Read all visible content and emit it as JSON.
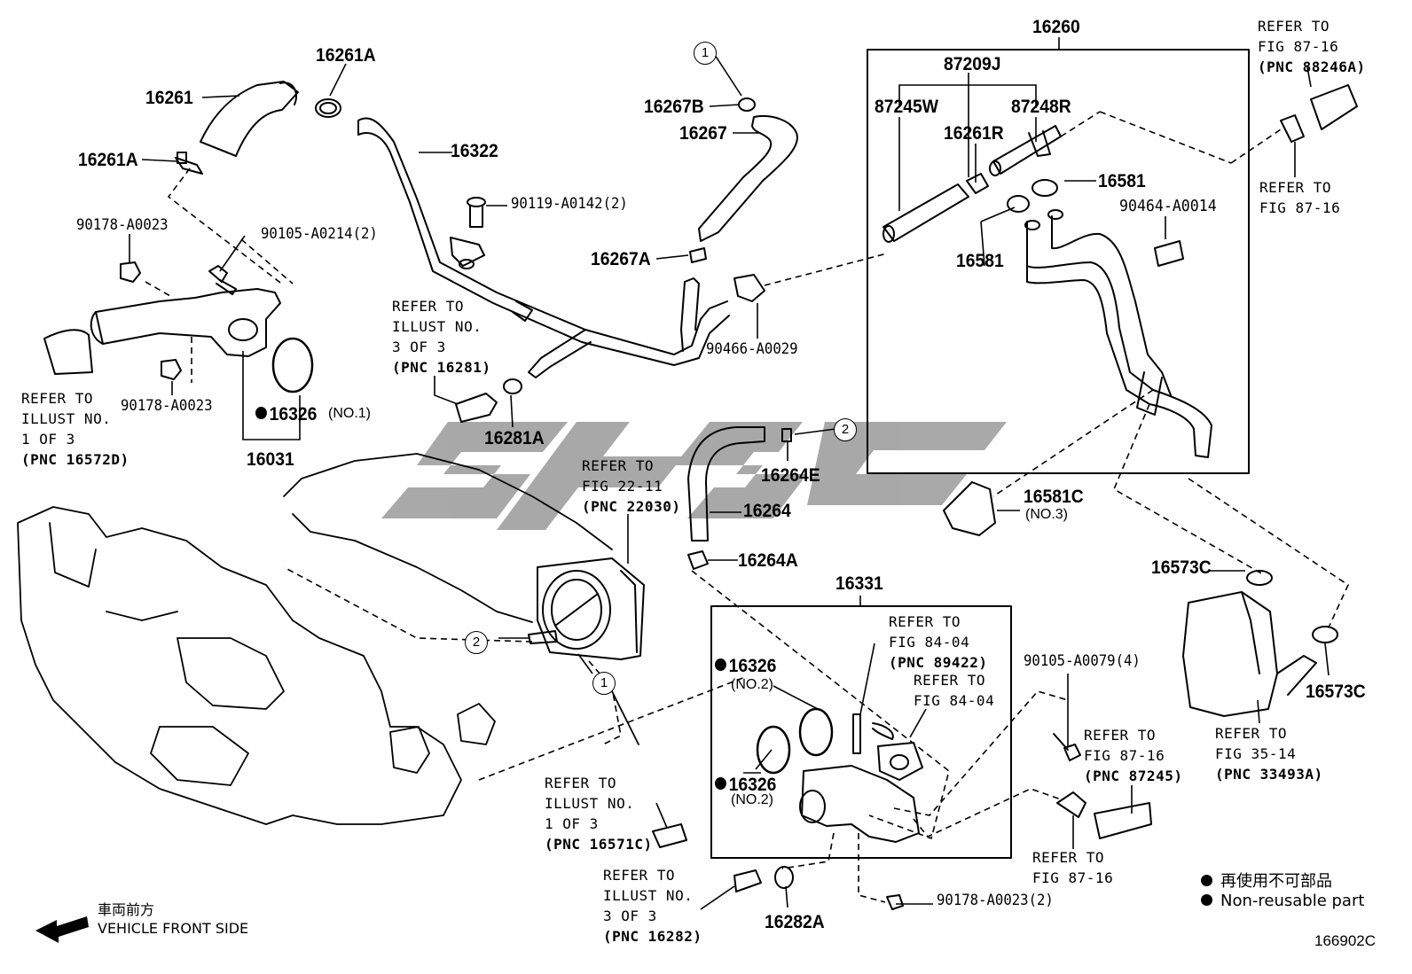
{
  "diagram_code": "166902C",
  "part_numbers": {
    "p16260": "16260",
    "p87209J": "87209J",
    "p87245W": "87245W",
    "p87248R": "87248R",
    "p16261R": "16261R",
    "p16581_a": "16581",
    "p16581_b": "16581",
    "p90464": "90464-A0014",
    "p16261": "16261",
    "p16261A_top": "16261A",
    "p16261A_left": "16261A",
    "p16322": "16322",
    "p16267B": "16267B",
    "p16267": "16267",
    "p16267A": "16267A",
    "p90466": "90466-A0029",
    "p90119": "90119-A0142(2)",
    "p90178_a": "90178-A0023",
    "p90178_b": "90178-A0023",
    "p90105_a": "90105-A0214(2)",
    "p16031": "16031",
    "p16281A": "16281A",
    "p16264E": "16264E",
    "p16264": "16264",
    "p16264A": "16264A",
    "p16581C": "16581C",
    "p16573C_a": "16573C",
    "p16573C_b": "16573C",
    "p16331": "16331",
    "p90105_b": "90105-A0079(4)",
    "p16282A": "16282A",
    "p90178_c": "90178-A0023(2)"
  },
  "nonreusable": {
    "a": {
      "num": "16326",
      "note": "(NO.1)"
    },
    "b": {
      "num": "16326",
      "note": "(NO.2)"
    },
    "c": {
      "num": "16326",
      "note": "(NO.2)"
    }
  },
  "qualifiers": {
    "no3": "(NO.3)"
  },
  "references": {
    "r1": {
      "lines": "REFER TO\nFIG 87-16",
      "pnc": "(PNC 88246A)"
    },
    "r2": {
      "lines": "REFER TO\nFIG 87-16",
      "pnc": ""
    },
    "r3": {
      "lines": "REFER TO\nILLUST NO.\n3 OF 3",
      "pnc": "(PNC 16281)"
    },
    "r4": {
      "lines": "REFER TO\nILLUST NO.\n1 OF 3",
      "pnc": "(PNC 16572D)"
    },
    "r5": {
      "lines": "REFER TO\nFIG 22-11",
      "pnc": "(PNC 22030)"
    },
    "r6": {
      "lines": "REFER TO\nFIG 84-04",
      "pnc": "(PNC 89422)"
    },
    "r7": {
      "lines": "REFER TO\nFIG 84-04",
      "pnc": ""
    },
    "r8": {
      "lines": "REFER TO\nFIG 87-16",
      "pnc": "(PNC 87245)"
    },
    "r9": {
      "lines": "REFER TO\nFIG 35-14",
      "pnc": "(PNC 33493A)"
    },
    "r10": {
      "lines": "REFER TO\nILLUST NO.\n1 OF 3",
      "pnc": "(PNC 16571C)"
    },
    "r11": {
      "lines": "REFER TO\nILLUST NO.\n3 OF 3",
      "pnc": "(PNC 16282)"
    },
    "r12": {
      "lines": "REFER TO\nFIG 87-16",
      "pnc": ""
    }
  },
  "circle_markers": {
    "c1": "1",
    "c2": "2"
  },
  "legend": {
    "jp": "再使用不可部品",
    "en": "Non-reusable part"
  },
  "front": {
    "jp": "車両前方",
    "en": "VEHICLE FRONT SIDE"
  }
}
